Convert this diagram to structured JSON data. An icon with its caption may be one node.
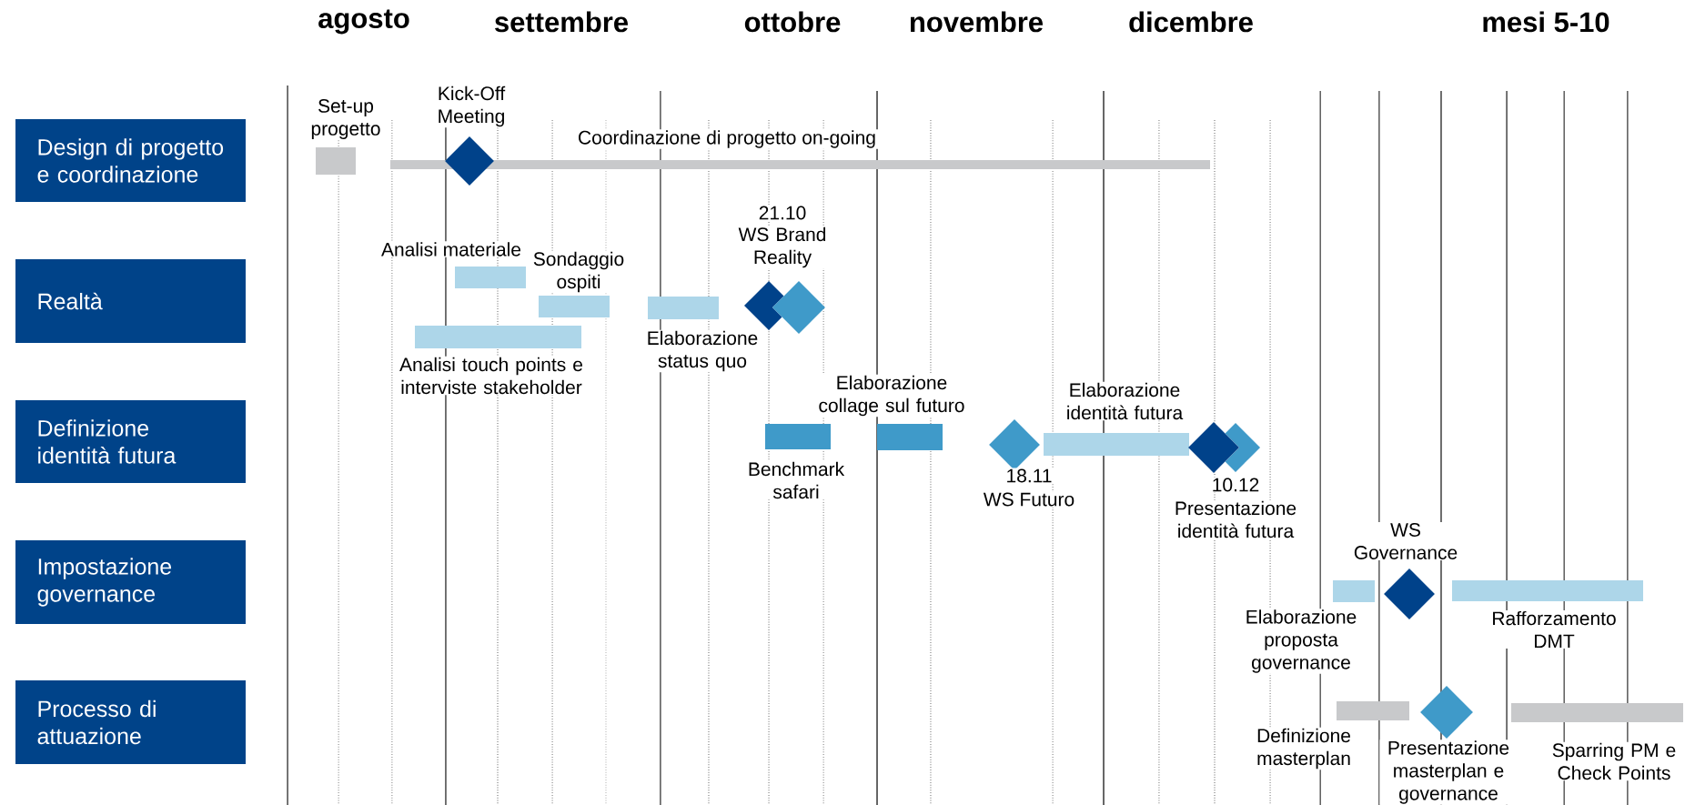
{
  "diagram": {
    "nodes": [
      {
        "text": [
          "Design di progetto e coordinazione"
        ]
      },
      {
        "text": [
          "Realtà"
        ]
      },
      {
        "text": [
          "Definizione identità futura"
        ]
      },
      {
        "text": [
          "Impostazione governance"
        ]
      },
      {
        "text": [
          "Processo di attuazione"
        ]
      },
      {
        "text": [],
        "shape": "bar",
        "beside": [
          "Set-up progetto"
        ]
      },
      {
        "text": [],
        "shape": "bar",
        "beside": [
          "Coordinazione di progetto on-going"
        ]
      },
      {
        "text": [],
        "shape": "diamond",
        "beside": [
          "Kick-Off Meeting"
        ]
      },
      {
        "text": [],
        "shape": "bar",
        "beside": [
          "Analisi materiale"
        ]
      },
      {
        "text": [],
        "shape": "bar",
        "beside": [
          "Sondaggio ospiti"
        ]
      },
      {
        "text": [],
        "shape": "bar",
        "beside": [
          "Analisi touch points e interviste stakeholder"
        ]
      },
      {
        "text": [],
        "shape": "bar",
        "beside": [
          "Elaborazione status quo"
        ]
      },
      {
        "text": [],
        "shape": "diamond",
        "beside": [
          "21.10",
          "WS Brand Reality"
        ]
      },
      {
        "text": [],
        "shape": "diamond"
      },
      {
        "text": [],
        "shape": "bar",
        "beside": [
          "Benchmark safari"
        ]
      },
      {
        "text": [],
        "shape": "bar",
        "beside": [
          "Elaborazione collage sul futuro"
        ]
      },
      {
        "text": [],
        "shape": "diamond",
        "beside": [
          "18.11",
          "WS Futuro"
        ]
      },
      {
        "text": [],
        "shape": "bar",
        "beside": [
          "Elaborazione identità futura"
        ]
      },
      {
        "text": [],
        "shape": "diamond",
        "beside": [
          "10.12",
          "Presentazione identità futura"
        ]
      },
      {
        "text": [],
        "shape": "diamond"
      },
      {
        "text": [],
        "shape": "bar",
        "beside": [
          "Elaborazione proposta governance"
        ]
      },
      {
        "text": [],
        "shape": "diamond",
        "beside": [
          "WS Governance"
        ]
      },
      {
        "text": [],
        "shape": "bar",
        "beside": [
          "Rafforzamento DMT"
        ]
      },
      {
        "text": [],
        "shape": "bar",
        "beside": [
          "Definizione masterplan"
        ]
      },
      {
        "text": [],
        "shape": "diamond",
        "beside": [
          "Presentazione masterplan e governance"
        ]
      },
      {
        "text": [],
        "shape": "bar",
        "beside": [
          "Sparring PM e Check Points"
        ]
      }
    ],
    "labels": [
      "agosto",
      "settembre",
      "ottobre",
      "novembre",
      "dicembre",
      "mesi 5-10"
    ]
  }
}
